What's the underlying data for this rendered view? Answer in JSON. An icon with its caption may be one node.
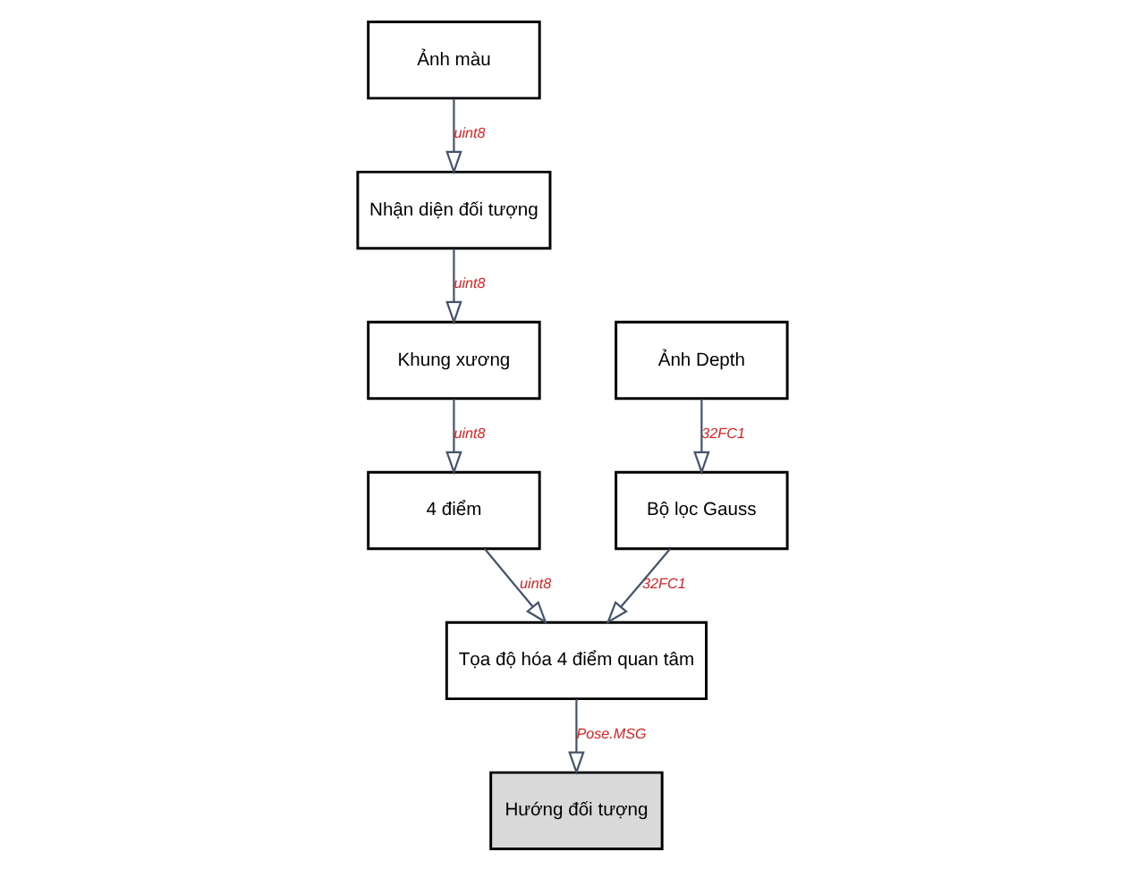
{
  "diagram": {
    "nodes": [
      {
        "text": [
          "Ảnh màu"
        ]
      },
      {
        "text": [
          "Nhận diện đối tượng"
        ]
      },
      {
        "text": [
          "Khung xương"
        ]
      },
      {
        "text": [
          "4 điểm"
        ]
      },
      {
        "text": [
          "Hướng đối tượng"
        ]
      },
      {
        "text": [
          "Tọa độ hóa 4 điểm quan tâm"
        ]
      },
      {
        "text": [
          "Ảnh Depth"
        ]
      },
      {
        "text": [
          "Bộ lọc Gauss"
        ]
      }
    ],
    "edges": [
      {
        "from": 0,
        "to": 1,
        "arrow": "to",
        "label": "uint8"
      },
      {
        "from": 1,
        "to": 2,
        "arrow": "to",
        "label": "uint8"
      },
      {
        "from": 2,
        "to": 3,
        "arrow": "to",
        "label": "uint8"
      },
      {
        "from": 3,
        "to": 5,
        "arrow": "to",
        "label": "uint8"
      },
      {
        "from": 5,
        "to": 4,
        "arrow": "to",
        "label": "Pose.MSG"
      },
      {
        "from": 6,
        "to": 7,
        "arrow": "to",
        "label": "32FC1"
      },
      {
        "from": 7,
        "to": 5,
        "arrow": "to",
        "label": "32FC1"
      }
    ]
  }
}
